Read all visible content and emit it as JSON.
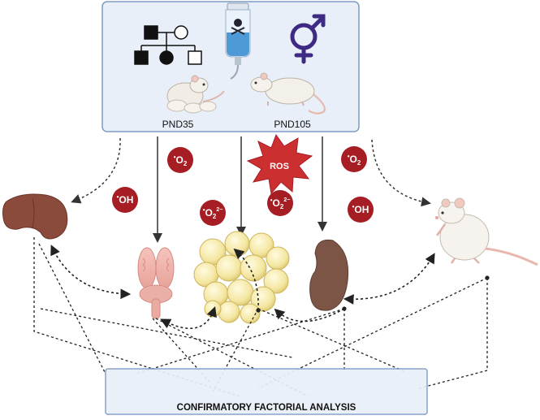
{
  "top_panel": {
    "label_left": "PND35",
    "label_right": "PND105",
    "icons": [
      "pedigree-icon",
      "water-bottle-toxin-icon",
      "intersex-symbol-icon",
      "rat-with-pups-icon",
      "adult-rat-icon"
    ]
  },
  "ros_burst": {
    "label": "ROS"
  },
  "radicals": [
    {
      "base": "O",
      "sup": "•",
      "sub": "2",
      "charge": ""
    },
    {
      "base": "OH",
      "sup": "•",
      "sub": "",
      "charge": ""
    },
    {
      "base": "O",
      "sup": "•",
      "sub": "2",
      "charge": "2−"
    },
    {
      "base": "O",
      "sup": "•",
      "sub": "2",
      "charge": "2−"
    },
    {
      "base": "O",
      "sup": "•",
      "sub": "2",
      "charge": ""
    },
    {
      "base": "OH",
      "sup": "•",
      "sub": "",
      "charge": ""
    }
  ],
  "organs": [
    "liver-icon",
    "brain-icon",
    "adipose-tissue-icon",
    "kidney-icon",
    "rat-icon"
  ],
  "bottom_panel": {
    "title": "CONFIRMATORY FACTORIAL ANALYSIS"
  },
  "colors": {
    "panel_fill": "#e9eff8",
    "panel_border": "#7d9cc4",
    "radical_red": "#a61d24",
    "ros_red": "#cc2f2f",
    "accent_purple": "#3e2a84",
    "liver": "#8a4a3c",
    "kidney": "#7c5546"
  }
}
